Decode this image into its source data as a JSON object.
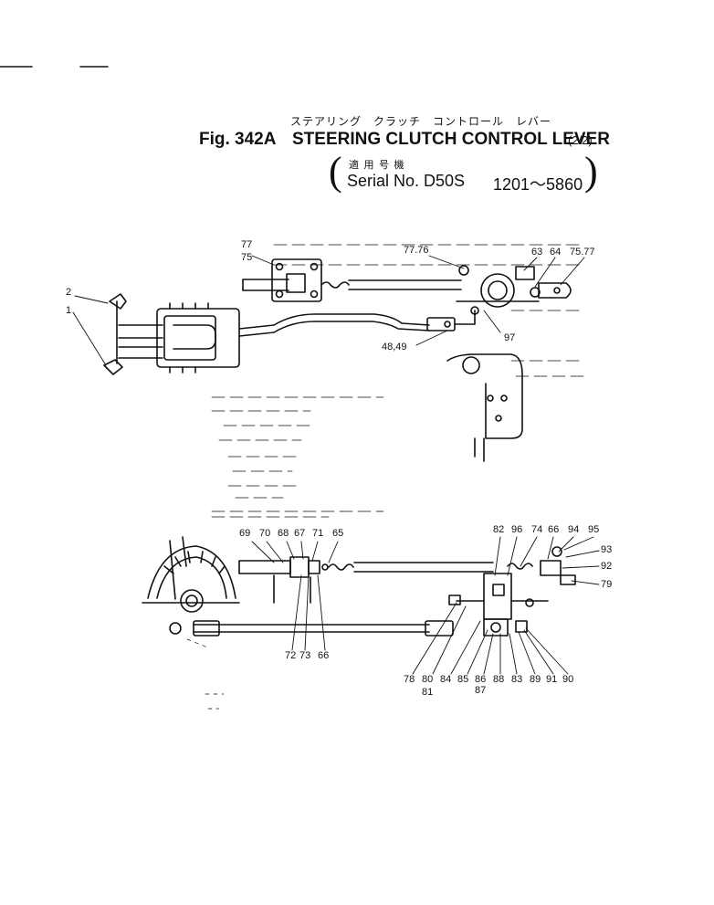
{
  "header": {
    "katakana": "ステアリング　クラッチ　コントロール　レバー",
    "fig_number": "Fig. 342A",
    "title": "STEERING CLUTCH CONTROL LEVER",
    "part_fraction": "(2/2)",
    "applicable_jp": "適 用 号 機",
    "serial_label": "Serial No. D50S",
    "serial_range": "1201～5860"
  },
  "top_view_callouts": [
    "77",
    "75",
    "77.76",
    "63",
    "64",
    "75.77",
    "2",
    "1",
    "97",
    "48,49"
  ],
  "bottom_view_callouts_upper": [
    "69",
    "70",
    "68",
    "67",
    "71",
    "65",
    "82",
    "96",
    "74",
    "66",
    "94",
    "95",
    "93",
    "92",
    "79"
  ],
  "bottom_view_callouts_lower": [
    "72",
    "73",
    "66",
    "78",
    "80",
    "81",
    "84",
    "85",
    "86",
    "87",
    "88",
    "83",
    "89",
    "91",
    "90"
  ]
}
